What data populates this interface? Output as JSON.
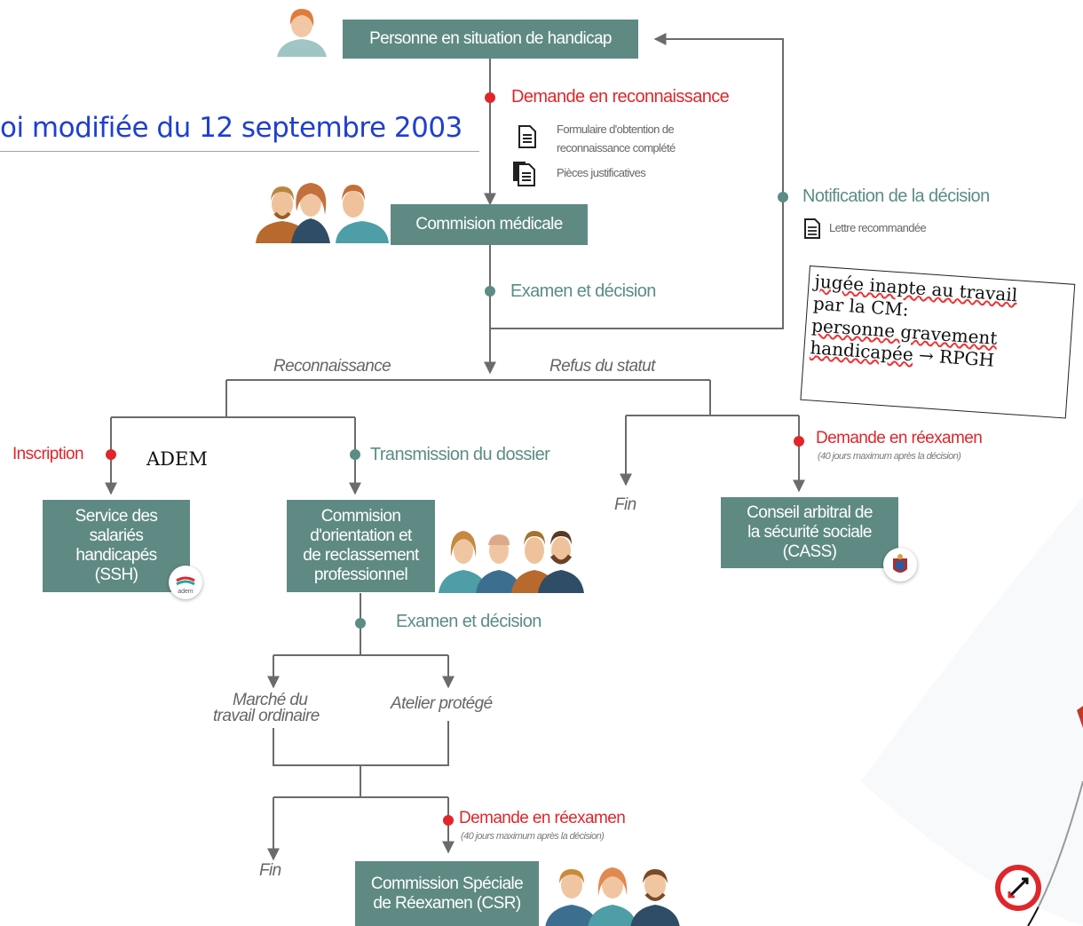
{
  "title": "oi modifiée du 12 septembre 2003",
  "boxes": {
    "personne": "Personne en situation de handicap",
    "commission_medicale": "Commision médicale",
    "ssh": "Service des\nsalariés\nhandicapés\n(SSH)",
    "cor": "Commision\nd'orientation et\nde reclassement\nprofessionnel",
    "cass": "Conseil arbitral de\nla sécurité sociale\n(CASS)",
    "csr": "Commission Spéciale\nde Réexamen (CSR)"
  },
  "steps": {
    "demande_reconnaissance": "Demande en reconnaissance",
    "doc_formulaire_1": "Formulaire d'obtention de",
    "doc_formulaire_2": "reconnaissance complété",
    "doc_pieces": "Pièces justificatives",
    "notification": "Notification de la décision",
    "lettre": "Lettre recommandée",
    "examen_1": "Examen et décision",
    "reconnaissance": "Reconnaissance",
    "refus": "Refus du statut",
    "inscription": "Inscription",
    "adem": "ADEM",
    "transmission": "Transmission du dossier",
    "demande_reexamen_1": "Demande en réexamen",
    "delai_1": "(40 jours maximum après la décision)",
    "fin_1": "Fin",
    "examen_2": "Examen et décision",
    "marche_1": "Marché du",
    "marche_2": "travail ordinaire",
    "atelier": "Atelier protégé",
    "demande_reexamen_2": "Demande en réexamen",
    "delai_2": "(40 jours maximum après la décision)",
    "fin_2": "Fin",
    "badge_adem": "adem"
  },
  "note": {
    "line1": "jugée inapte au travail",
    "line2": "par la CM:",
    "line3": "personne gravement",
    "line4_a": "handicapée",
    "line4_b": "→ RPGH"
  },
  "colors": {
    "box": "#5f8a84",
    "teal_text": "#5b8c85",
    "red_dot": "#e0262b",
    "line": "#6b6b6b",
    "title": "#1f3fd0"
  }
}
